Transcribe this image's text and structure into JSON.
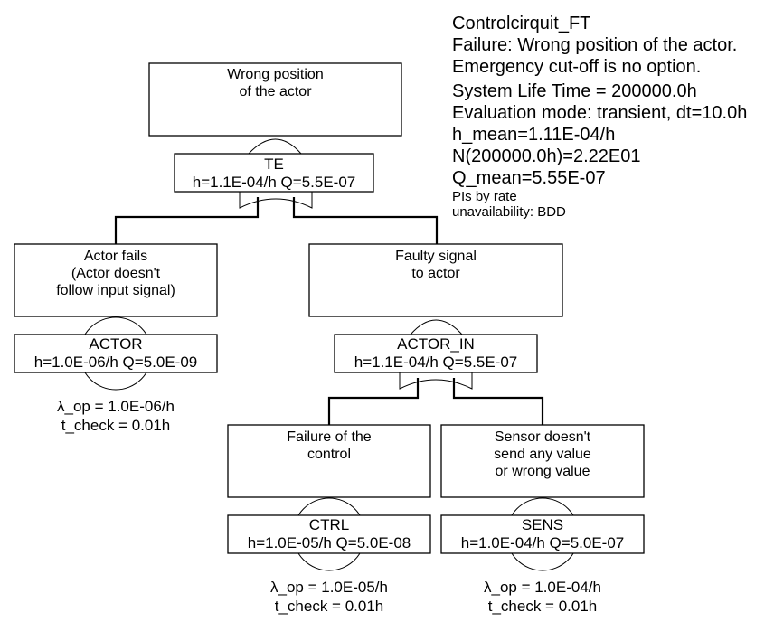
{
  "info": {
    "title": "Controlcirquit_FT",
    "failure": "Failure: Wrong position of the actor.",
    "note": "Emergency cut-off is no option.",
    "life_time": "System Life Time = 200000.0h",
    "eval_mode": "Evaluation mode: transient, dt=10.0h",
    "h_mean": "h_mean=1.11E-04/h",
    "n_value": "N(200000.0h)=2.22E01",
    "q_mean": "Q_mean=5.55E-07",
    "pis": "PIs by rate",
    "unavailability": "unavailability: BDD"
  },
  "nodes": {
    "top": {
      "description": [
        "Wrong position",
        "of the actor"
      ],
      "id": "TE",
      "values": "h=1.1E-04/h Q=5.5E-07",
      "gate": "OR"
    },
    "actor": {
      "description": [
        "Actor fails",
        "(Actor doesn't",
        "follow input signal)"
      ],
      "id": "ACTOR",
      "values": "h=1.0E-06/h Q=5.0E-09",
      "type": "basic-event",
      "params": [
        "λ_op = 1.0E-06/h",
        "t_check = 0.01h"
      ]
    },
    "actor_in": {
      "description": [
        "Faulty signal",
        "to actor"
      ],
      "id": "ACTOR_IN",
      "values": "h=1.1E-04/h Q=5.5E-07",
      "gate": "OR"
    },
    "ctrl": {
      "description": [
        "Failure of the",
        "control"
      ],
      "id": "CTRL",
      "values": "h=1.0E-05/h Q=5.0E-08",
      "type": "basic-event",
      "params": [
        "λ_op = 1.0E-05/h",
        "t_check = 0.01h"
      ]
    },
    "sens": {
      "description": [
        "Sensor doesn't",
        "send any value",
        "or wrong value"
      ],
      "id": "SENS",
      "values": "h=1.0E-04/h Q=5.0E-07",
      "type": "basic-event",
      "params": [
        "λ_op = 1.0E-04/h",
        "t_check = 0.01h"
      ]
    }
  }
}
